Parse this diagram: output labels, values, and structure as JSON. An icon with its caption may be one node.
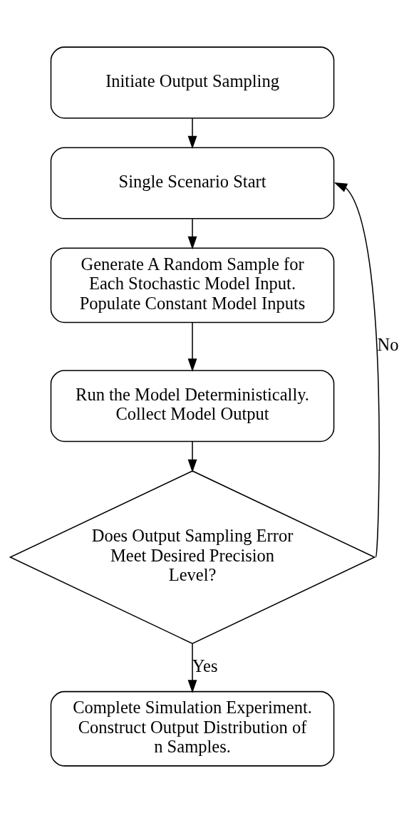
{
  "diagram": {
    "nodes": [
      {
        "text": [
          "Initiate Output Sampling"
        ]
      },
      {
        "text": [
          "Single Scenario Start"
        ]
      },
      {
        "text": [
          "Generate A Random Sample for Each Stochastic Model Input. Populate Constant Model Inputs"
        ]
      },
      {
        "text": [
          "Run the Model Deterministically. Collect Model Output"
        ]
      },
      {
        "text": [
          "Does Output Sampling Error Meet Desired Precision Level?"
        ]
      },
      {
        "text": [
          "Complete Simulation Experiment. Construct Output Distribution of n Samples."
        ]
      }
    ],
    "edges": [
      {
        "from": 0,
        "to": 1,
        "arrow": "to"
      },
      {
        "from": 1,
        "to": 2,
        "arrow": "to"
      },
      {
        "from": 2,
        "to": 3,
        "arrow": "to"
      },
      {
        "from": 3,
        "to": 4,
        "arrow": "to"
      },
      {
        "from": 4,
        "to": 5,
        "arrow": "to",
        "label": "Yes"
      },
      {
        "from": 4,
        "to": 1,
        "arrow": "to",
        "label": "No"
      }
    ]
  }
}
